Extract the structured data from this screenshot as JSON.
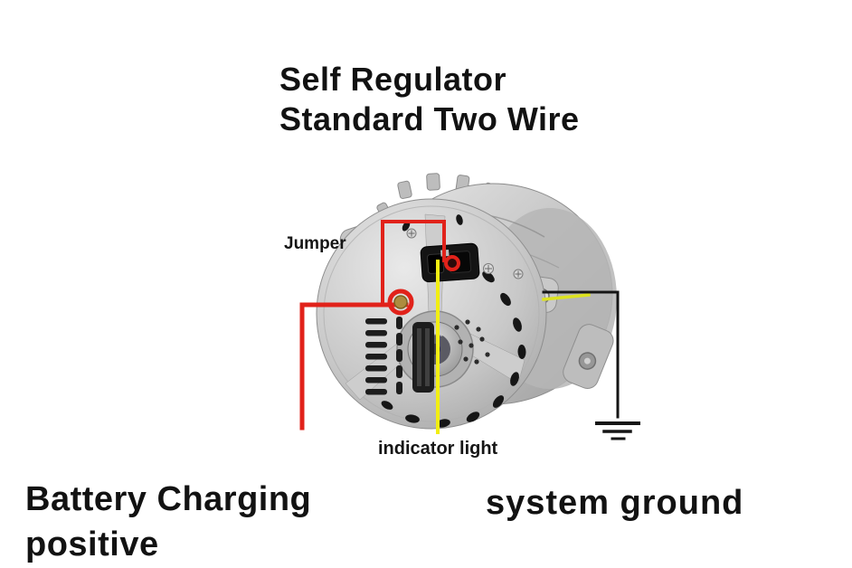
{
  "title": {
    "line1": "Self Regulator",
    "line2": "Standard Two Wire"
  },
  "labels": {
    "jumper": "Jumper",
    "indicator_light": "indicator light",
    "battery_positive_line1": "Battery Charging",
    "battery_positive_line2": "positive",
    "system_ground": "system ground"
  },
  "colors": {
    "background": "#ffffff",
    "text": "#121212",
    "battery_wire": "#e1221a",
    "jumper_wire": "#e1221a",
    "indicator_wire": "#f2ee12",
    "indicator_stub": "#dde31f",
    "ground_wire": "#151515",
    "alternator_body": "#c2c2c2",
    "terminal_nut": "#ad8c3f"
  }
}
